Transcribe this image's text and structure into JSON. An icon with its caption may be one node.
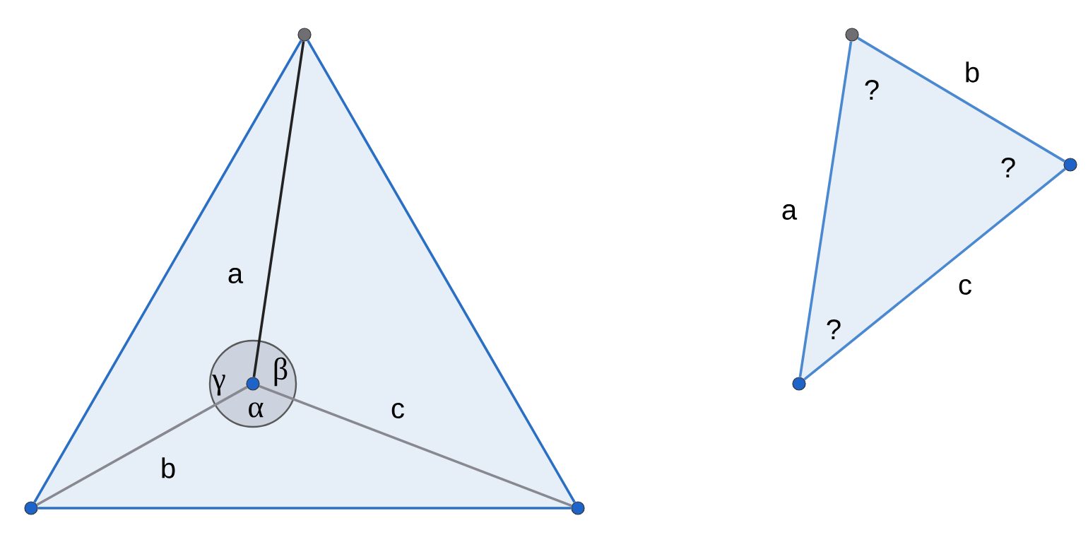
{
  "diagram": {
    "nodes": [
      {
        "text": [],
        "shape": "circle"
      },
      {
        "text": [],
        "shape": "circle"
      },
      {
        "text": [],
        "shape": "circle"
      },
      {
        "text": [
          "γ",
          "β",
          "α"
        ]
      },
      {
        "text": [],
        "shape": "circle",
        "in": 3
      },
      {
        "text": [],
        "shape": "circle"
      },
      {
        "text": [],
        "shape": "circle"
      },
      {
        "text": [],
        "shape": "circle"
      }
    ],
    "edges": [
      {
        "from": 0,
        "to": 1,
        "arrow": "none"
      },
      {
        "from": 0,
        "to": 2,
        "arrow": "none"
      },
      {
        "from": 1,
        "to": 2,
        "arrow": "none"
      },
      {
        "from": 4,
        "to": 0,
        "arrow": "none",
        "label": "a",
        "color": "#222222"
      },
      {
        "from": 4,
        "to": 1,
        "arrow": "none",
        "label": "b",
        "color": "#888890"
      },
      {
        "from": 4,
        "to": 2,
        "arrow": "none",
        "label": "c",
        "color": "#888890"
      },
      {
        "from": 5,
        "to": 6,
        "arrow": "none",
        "label": "b",
        "color": "#4a88d0"
      },
      {
        "from": 5,
        "to": 7,
        "arrow": "none",
        "label": "a",
        "color": "#4a88d0"
      },
      {
        "from": 6,
        "to": 7,
        "arrow": "none",
        "label": "c",
        "color": "#4a88d0"
      }
    ],
    "labels": [
      "?",
      "?",
      "?"
    ]
  }
}
